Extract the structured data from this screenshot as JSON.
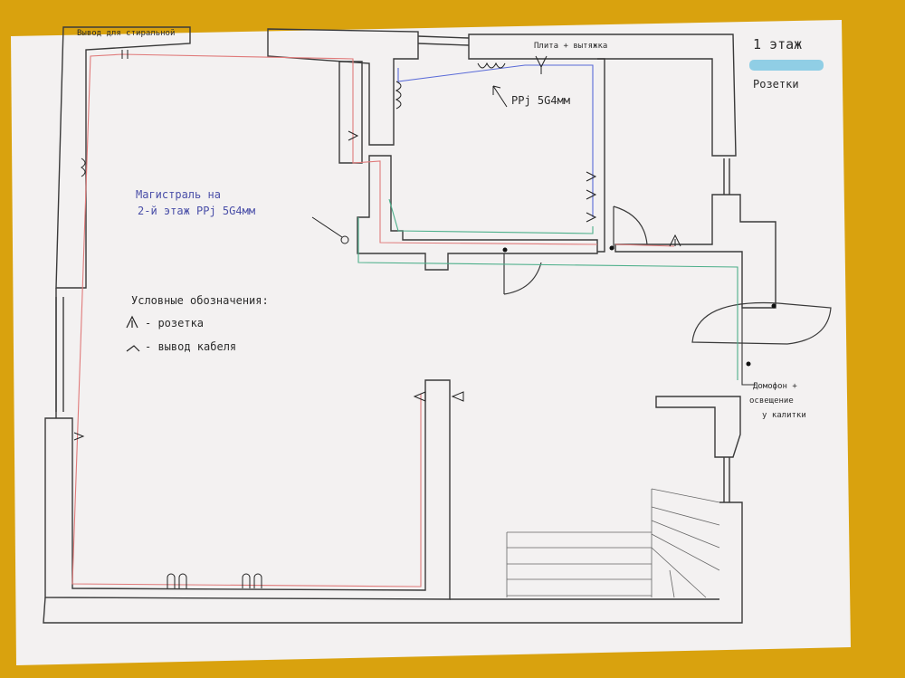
{
  "header": {
    "floor_label": "1 этаж",
    "highlight_color": "#7ec8e3",
    "legend_sub": "Розетки"
  },
  "notes": {
    "cable_exit_top": "Вывод для стиральной",
    "stove_hood": "Плита + вытяжка",
    "wire_spec": "PPj 5G4мм",
    "main_line_1": "Магистраль на",
    "main_line_2": "2-й этаж PPj 5G4мм",
    "intercom_1": "Домофон +",
    "intercom_2": "освещение",
    "intercom_3": "у калитки"
  },
  "legend": {
    "title": "Условные обозначения:",
    "socket": "- розетка",
    "cable": "- вывод кабеля"
  },
  "colors": {
    "paper": "#f3f1f1",
    "wall": "#3a3a3a",
    "wire_red": "#e07a7a",
    "wire_green": "#4caf8a",
    "wire_blue": "#5a6bd8",
    "background": "#d9a20e"
  }
}
